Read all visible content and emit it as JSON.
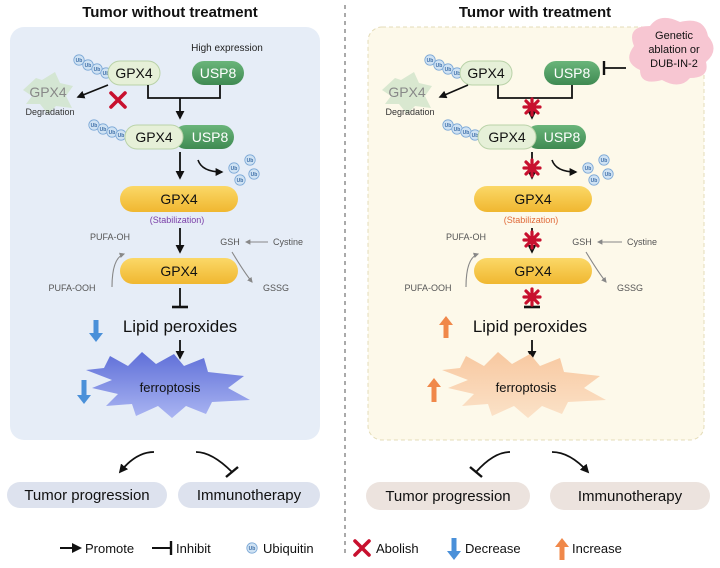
{
  "left": {
    "title": "Tumor without treatment",
    "high_expression": "High expression",
    "gpx4": "GPX4",
    "usp8": "USP8",
    "gpx4_faded": "GPX4",
    "degradation": "Degradation",
    "stabilization": "(Stabilization)",
    "pufa_oh": "PUFA-OH",
    "pufa_ooh": "PUFA-OOH",
    "gsh": "GSH",
    "cystine": "Cystine",
    "gssg": "GSSG",
    "lipid_peroxides": "Lipid peroxides",
    "ferroptosis": "ferroptosis",
    "tumor_progression": "Tumor progression",
    "immunotherapy": "Immunotherapy"
  },
  "right": {
    "title": "Tumor with treatment",
    "treatment_cloud": "Genetic ablation or DUB-IN-2",
    "gpx4": "GPX4",
    "usp8": "USP8",
    "gpx4_faded": "GPX4",
    "degradation": "Degradation",
    "stabilization": "(Stabilization)",
    "pufa_oh": "PUFA-OH",
    "pufa_ooh": "PUFA-OOH",
    "gsh": "GSH",
    "cystine": "Cystine",
    "gssg": "GSSG",
    "lipid_peroxides": "Lipid peroxides",
    "ferroptosis": "ferroptosis",
    "tumor_progression": "Tumor progression",
    "immunotherapy": "Immunotherapy"
  },
  "ubiquitin_label": "Ub",
  "legend": {
    "promote": "Promote",
    "inhibit": "Inhibit",
    "ubiquitin": "Ubiquitin",
    "abolish": "Abolish",
    "decrease": "Decrease",
    "increase": "Increase"
  },
  "colors": {
    "left_panel": "#e6edf7",
    "right_panel": "#fdf9ea",
    "gpx4_yellow": "#f6c94a",
    "usp8_green": "#4d9a5f",
    "gpx4_light": "#e6f0d8",
    "abolish_red": "#c8102e",
    "decrease_blue": "#4a90d9",
    "increase_orange": "#f0884a",
    "cloud_pink": "#f7c6d2",
    "stabilization_purple": "#7a3ea8",
    "stabilization_orange": "#e06a3a"
  }
}
